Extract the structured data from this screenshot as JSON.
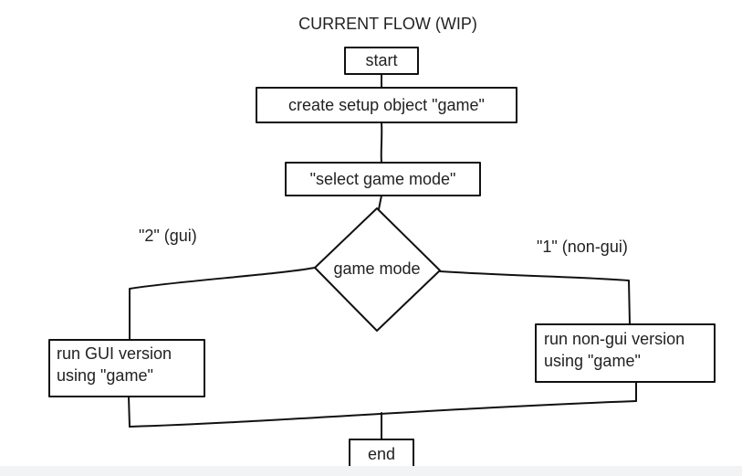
{
  "title": "CURRENT FLOW (WIP)",
  "nodes": {
    "start": "start",
    "create": "create setup object \"game\"",
    "select": "\"select game mode\"",
    "decision": "game mode",
    "gui": "run GUI version\nusing \"game\"",
    "nongui": "run non-gui version\nusing \"game\"",
    "end": "end"
  },
  "edge_labels": {
    "gui": "\"2\" (gui)",
    "nongui": "\"1\" (non-gui)"
  },
  "colors": {
    "stroke": "#111111",
    "text": "#222222",
    "bottom_strip": "#f1f3f4"
  }
}
